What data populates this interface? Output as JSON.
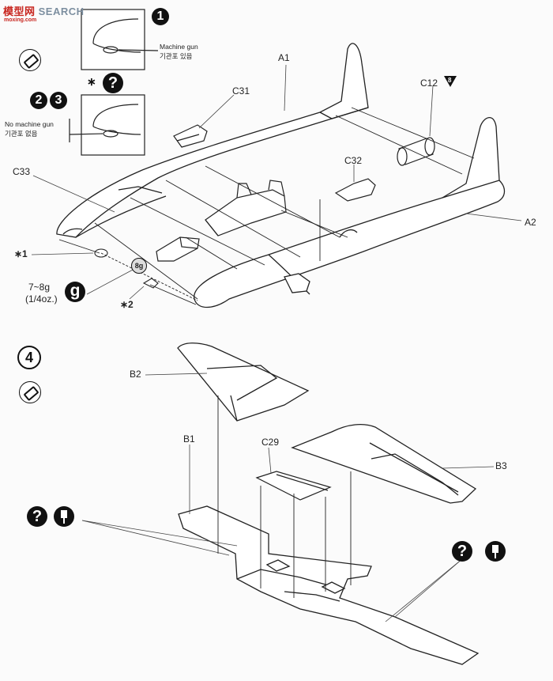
{
  "watermark": {
    "logo_text": "SEARCH",
    "logo_prefix": "模型网",
    "sub": "moxing.com"
  },
  "step_top": {
    "callout_1": {
      "badge": "1",
      "text_en": "Machine gun",
      "text_ko": "기관포 있음"
    },
    "callout_23": {
      "badges": [
        "2",
        "3"
      ],
      "text_en": "No machine gun",
      "text_ko": "기관포 없음"
    },
    "asterisk": "∗",
    "question": "?"
  },
  "parts_top": {
    "A1": "A1",
    "A2": "A2",
    "C12": "C12",
    "C12_ref": "8",
    "C31": "C31",
    "C32": "C32",
    "C33": "C33",
    "star1": "∗1",
    "star2": "∗2",
    "weight_ring": "8g",
    "weight_text": "7~8g",
    "weight_oz": "(1/4oz.)",
    "weight_badge": "g"
  },
  "step_4": {
    "number": "4",
    "parts": {
      "B1": "B1",
      "B2": "B2",
      "B3": "B3",
      "C29": "C29"
    },
    "question": "?"
  }
}
